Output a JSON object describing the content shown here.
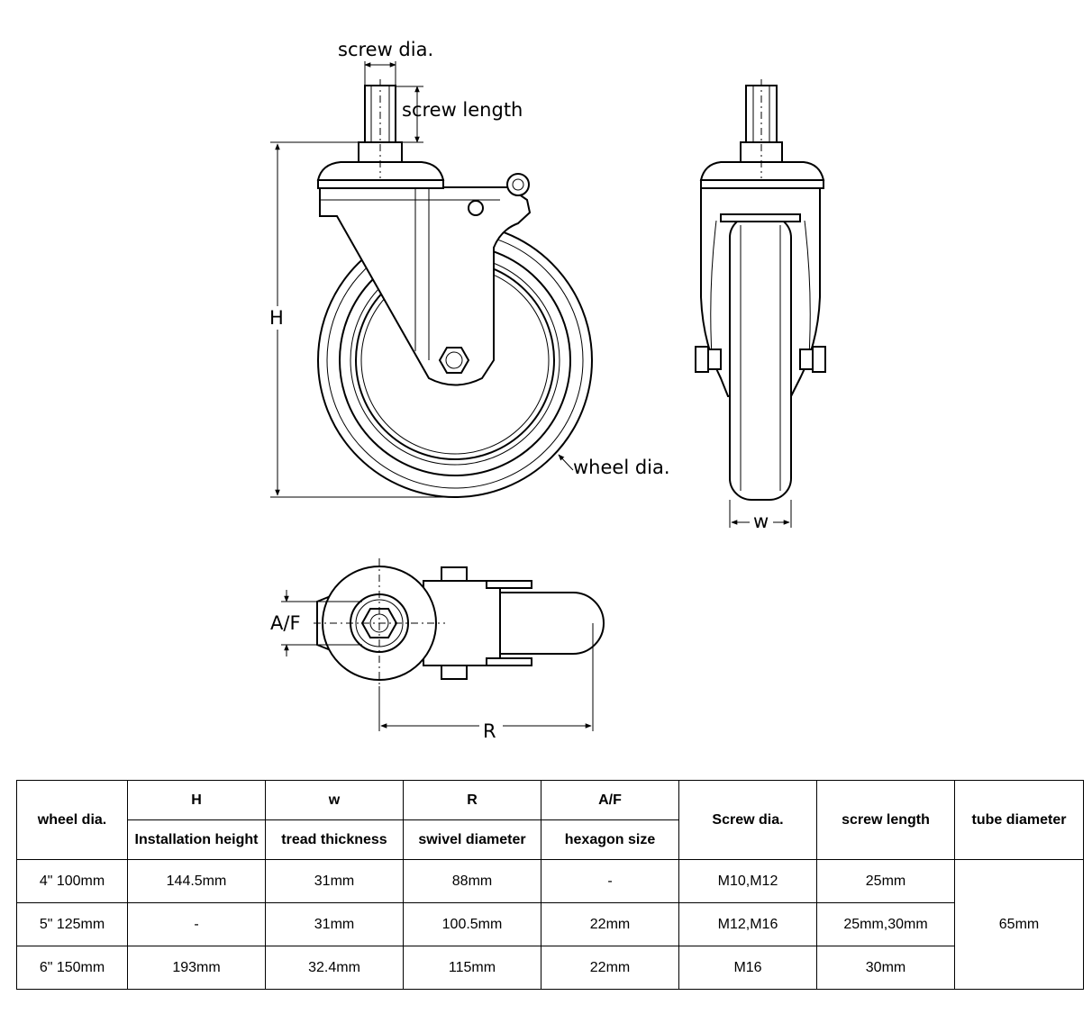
{
  "labels": {
    "screw_dia": "screw dia.",
    "screw_length": "screw length",
    "height": "H",
    "wheel_dia": "wheel dia.",
    "width": "w",
    "af": "A/F",
    "swivel": "R"
  },
  "table": {
    "header_top": {
      "wheel_dia": "wheel dia.",
      "h": "H",
      "w": "w",
      "r": "R",
      "af": "A/F",
      "screw_dia": "Screw dia.",
      "screw_length": "screw length",
      "tube_diameter": "tube diameter"
    },
    "header_sub": {
      "h": "Installation height",
      "w": "tread thickness",
      "r": "swivel diameter",
      "af": "hexagon size"
    },
    "rows": [
      {
        "wheel_dia": "4\" 100mm",
        "h": "144.5mm",
        "w": "31mm",
        "r": "88mm",
        "af": "-",
        "screw_dia": "M10,M12",
        "screw_length": "25mm"
      },
      {
        "wheel_dia": "5\" 125mm",
        "h": "-",
        "w": "31mm",
        "r": "100.5mm",
        "af": "22mm",
        "screw_dia": "M12,M16",
        "screw_length": "25mm,30mm"
      },
      {
        "wheel_dia": "6\" 150mm",
        "h": "193mm",
        "w": "32.4mm",
        "r": "115mm",
        "af": "22mm",
        "screw_dia": "M16",
        "screw_length": "30mm"
      }
    ],
    "tube_diameter_value": "65mm"
  }
}
